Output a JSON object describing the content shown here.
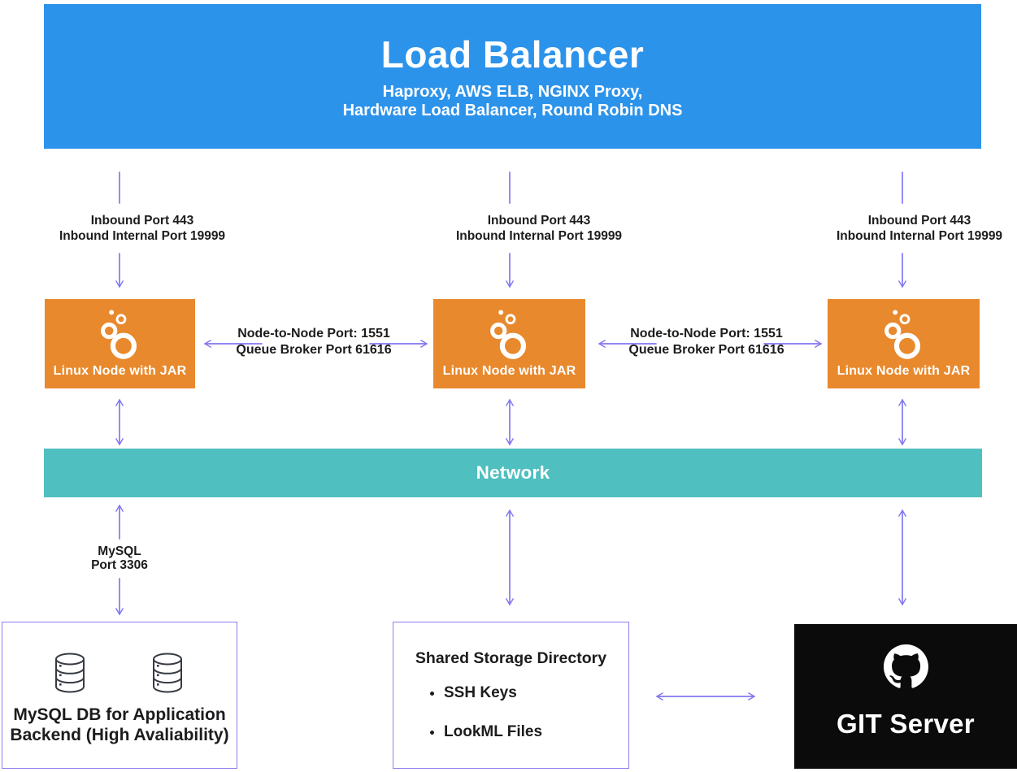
{
  "load_balancer": {
    "title": "Load Balancer",
    "subtitle": [
      "Haproxy, AWS ELB, NGINX Proxy,",
      "Hardware Load Balancer, Round Robin DNS"
    ]
  },
  "inbound_link": {
    "line1": "Inbound Port 443",
    "line2": "Inbound Internal Port 19999"
  },
  "node_link": {
    "line1": "Node-to-Node Port: 1551",
    "line2": "Queue Broker Port 61616"
  },
  "linux_node": {
    "label": "Linux Node with JAR"
  },
  "network": {
    "label": "Network"
  },
  "mysql_link": {
    "line1": "MySQL",
    "line2": "Port 3306"
  },
  "mysql_db": {
    "label_line1": "MySQL DB for Application",
    "label_line2": "Backend (High Avaliability)"
  },
  "shared_storage": {
    "title": "Shared Storage Directory",
    "items": [
      "SSH Keys",
      "LookML Files"
    ]
  },
  "git_server": {
    "label": "GIT Server"
  },
  "icons": {
    "linux_node": "looker-bubbles-icon",
    "mysql_db": "database-icon",
    "git_server": "github-octocat-icon"
  },
  "colors": {
    "load_balancer_blue": "#2c93eb",
    "node_orange": "#e8892d",
    "network_teal": "#4fbfbf",
    "arrow_purple": "#8277f0",
    "box_border_purple": "#8a80f0",
    "git_black": "#0b0b0b",
    "text_dark": "#1c1c1e"
  }
}
